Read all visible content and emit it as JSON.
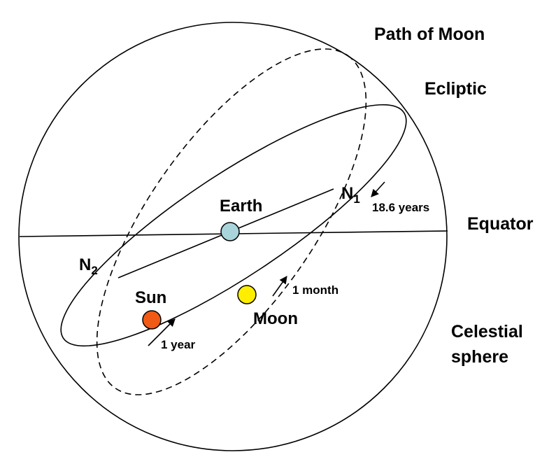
{
  "labels": {
    "path_of_moon": "Path of Moon",
    "ecliptic": "Ecliptic",
    "equator": "Equator",
    "earth": "Earth",
    "sun": "Sun",
    "moon": "Moon",
    "n1_letter": "N",
    "n1_sub": "1",
    "n2_letter": "N",
    "n2_sub": "2",
    "nodal_period": "18.6 years",
    "moon_period": "1 month",
    "sun_period": "1 year",
    "celestial_line1": "Celestial",
    "celestial_line2": "sphere"
  },
  "colors": {
    "earth": "#a9d4dc",
    "sun": "#f05a14",
    "moon": "#ffee00"
  }
}
